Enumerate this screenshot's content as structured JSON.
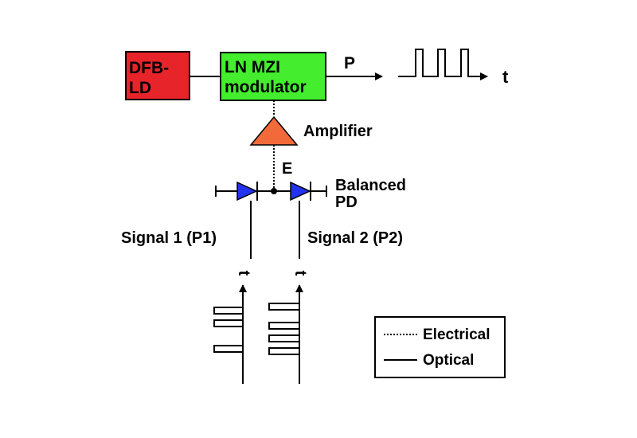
{
  "blocks": {
    "laser": {
      "line1": "DFB-",
      "line2": "LD",
      "color": "#e8242b"
    },
    "modulator": {
      "line1": "LN MZI",
      "line2": "modulator",
      "color": "#44ee2e"
    },
    "amplifier": {
      "label": "Amplifier",
      "color": "#f26a3a"
    },
    "detector": {
      "line1": "Balanced",
      "line2": "PD",
      "diode_color": "#2233ee"
    }
  },
  "signals": {
    "output_label": "P",
    "time_label": "t",
    "electrical_label": "E",
    "signal1": "Signal 1 (P1)",
    "signal2": "Signal 2 (P2)",
    "time_label_1": "t",
    "time_label_2": "t"
  },
  "legend": {
    "electrical": "Electrical",
    "optical": "Optical"
  }
}
